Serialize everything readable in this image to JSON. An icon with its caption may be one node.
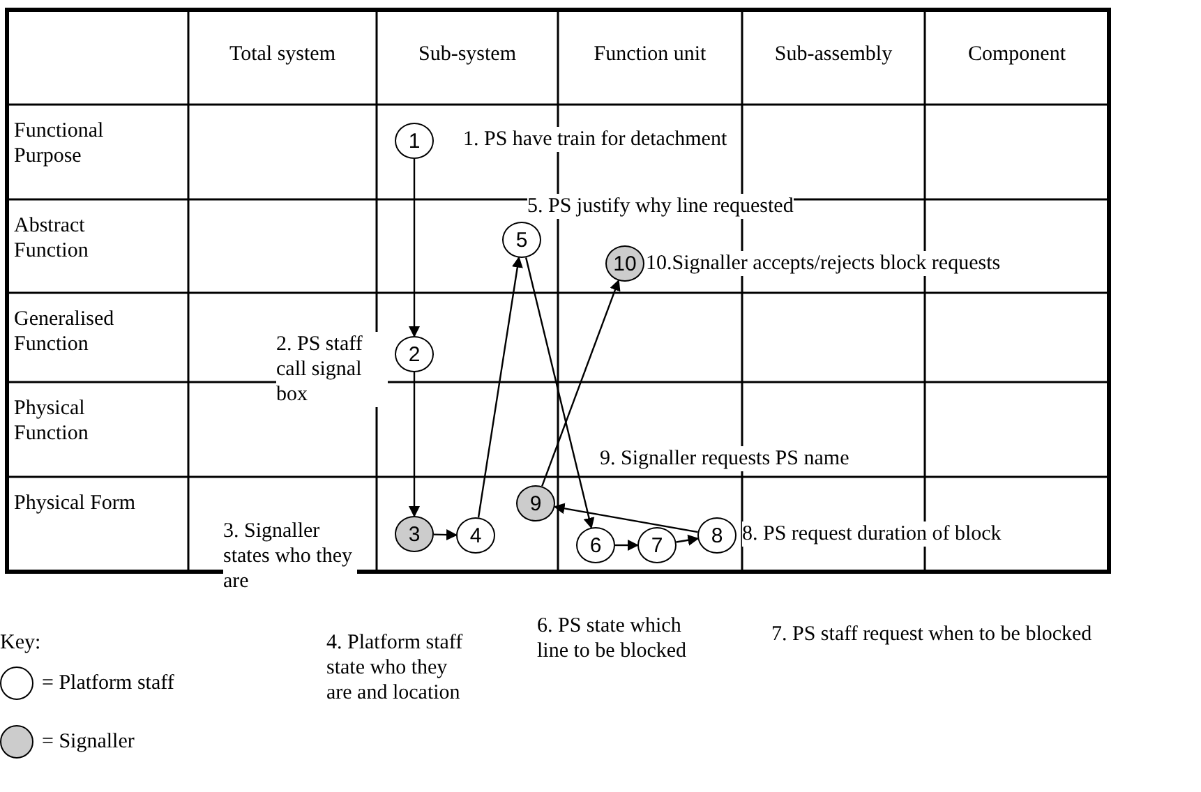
{
  "diagram": {
    "nodes": [
      {
        "text": [
          "1"
        ],
        "beside": [
          "1. PS have train for detachment"
        ]
      },
      {
        "text": [
          "2"
        ],
        "beside": [
          "2. PS staff call signal box"
        ]
      },
      {
        "text": [
          "3"
        ],
        "beside": [
          "3. Signaller states who they are"
        ]
      },
      {
        "text": [
          "4"
        ],
        "beside": [
          "4. Platform staff state who they are and location"
        ]
      },
      {
        "text": [
          "5"
        ],
        "beside": [
          "5. PS justify why line requested"
        ]
      },
      {
        "text": [
          "6"
        ],
        "beside": [
          "6. PS state which line to be blocked"
        ]
      },
      {
        "text": [
          "7"
        ]
      },
      {
        "text": [
          "8"
        ],
        "beside": [
          "8. PS request duration of block"
        ]
      },
      {
        "text": [
          "9"
        ],
        "beside": [
          "9. Signaller requests PS name"
        ]
      },
      {
        "text": [
          "10"
        ],
        "beside": [
          "10.Signaller accepts/rejects block requests"
        ]
      }
    ],
    "edges": [
      {
        "from": 0,
        "to": 1,
        "arrow": "to"
      },
      {
        "from": 1,
        "to": 2,
        "arrow": "to"
      },
      {
        "from": 2,
        "to": 3,
        "arrow": "to"
      },
      {
        "from": 3,
        "to": 4,
        "arrow": "to"
      },
      {
        "from": 4,
        "to": 5,
        "arrow": "to"
      },
      {
        "from": 5,
        "to": 6,
        "arrow": "to"
      },
      {
        "from": 6,
        "to": 7,
        "arrow": "to"
      },
      {
        "from": 7,
        "to": 8,
        "arrow": "to"
      },
      {
        "from": 8,
        "to": 9,
        "arrow": "to"
      }
    ],
    "labels": [
      "Total system",
      "Sub-system",
      "Function unit",
      "Sub-assembly",
      "Component",
      "Functional Purpose",
      "Abstract Function",
      "Generalised Function",
      "Physical Function",
      "Physical Form",
      "7. PS staff request when to be blocked",
      "Key:"
    ],
    "legend": [
      {
        "text": "= Platform staff",
        "color": "#ffffff"
      },
      {
        "text": "= Signaller",
        "color": "#cccccc"
      }
    ]
  }
}
